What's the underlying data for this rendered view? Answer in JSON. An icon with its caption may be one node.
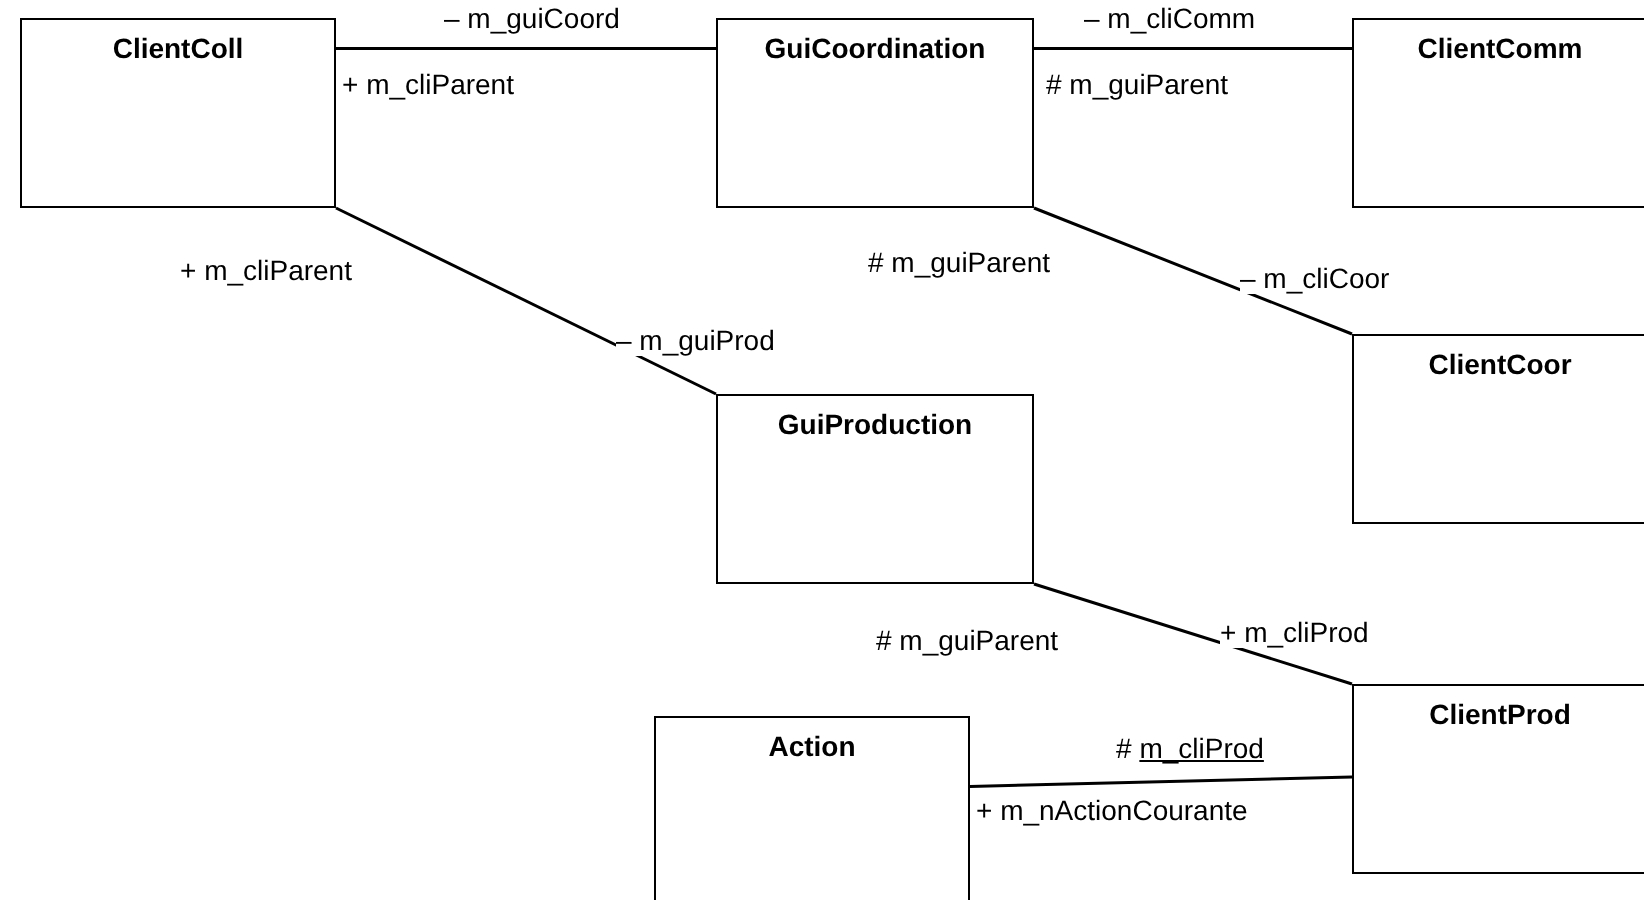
{
  "diagram": {
    "nodes": [
      {
        "text": [
          "ClientColl"
        ]
      },
      {
        "text": [
          "GuiCoordination"
        ]
      },
      {
        "text": [
          "ClientComm"
        ]
      },
      {
        "text": [
          "ClientCoor"
        ]
      },
      {
        "text": [
          "GuiProduction"
        ]
      },
      {
        "text": [
          "ClientProd"
        ]
      },
      {
        "text": [
          "Action"
        ]
      }
    ],
    "edges": [
      {
        "from": 0,
        "to": 1,
        "arrow": "none"
      },
      {
        "from": 1,
        "to": 2,
        "arrow": "none"
      },
      {
        "from": 0,
        "to": 4,
        "arrow": "none"
      },
      {
        "from": 1,
        "to": 3,
        "arrow": "none"
      },
      {
        "from": 4,
        "to": 5,
        "arrow": "none"
      },
      {
        "from": 6,
        "to": 5,
        "arrow": "none"
      }
    ],
    "labels": [
      "– m_guiCoord",
      "+ m_cliParent",
      "– m_cliComm",
      "# m_guiParent",
      "+ m_cliParent",
      "– m_guiProd",
      "# m_guiParent",
      "– m_cliCoor",
      "# m_guiParent",
      "+ m_cliProd",
      "# m_cliProd",
      "+ m_nActionCourante"
    ]
  }
}
